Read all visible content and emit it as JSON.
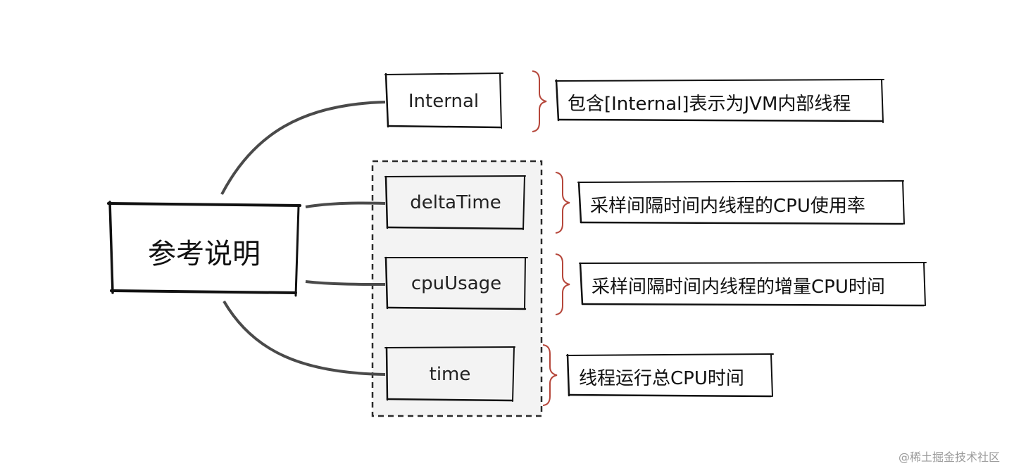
{
  "root": {
    "label": "参考说明"
  },
  "nodes": [
    {
      "label": "Internal",
      "description": "包含[Internal]表示为JVM内部线程"
    },
    {
      "label": "deltaTime",
      "description": "采样间隔时间内线程的CPU使用率"
    },
    {
      "label": "cpuUsage",
      "description": "采样间隔时间内线程的增量CPU时间"
    },
    {
      "label": "time",
      "description": "线程运行总CPU时间"
    }
  ],
  "watermark": "@稀土掘金技术社区",
  "colors": {
    "stroke": "#111111",
    "connector": "#4a4a4a",
    "brace": "#b5463a",
    "group_fill": "#f3f3f3",
    "group_border": "#2a2a2a"
  }
}
